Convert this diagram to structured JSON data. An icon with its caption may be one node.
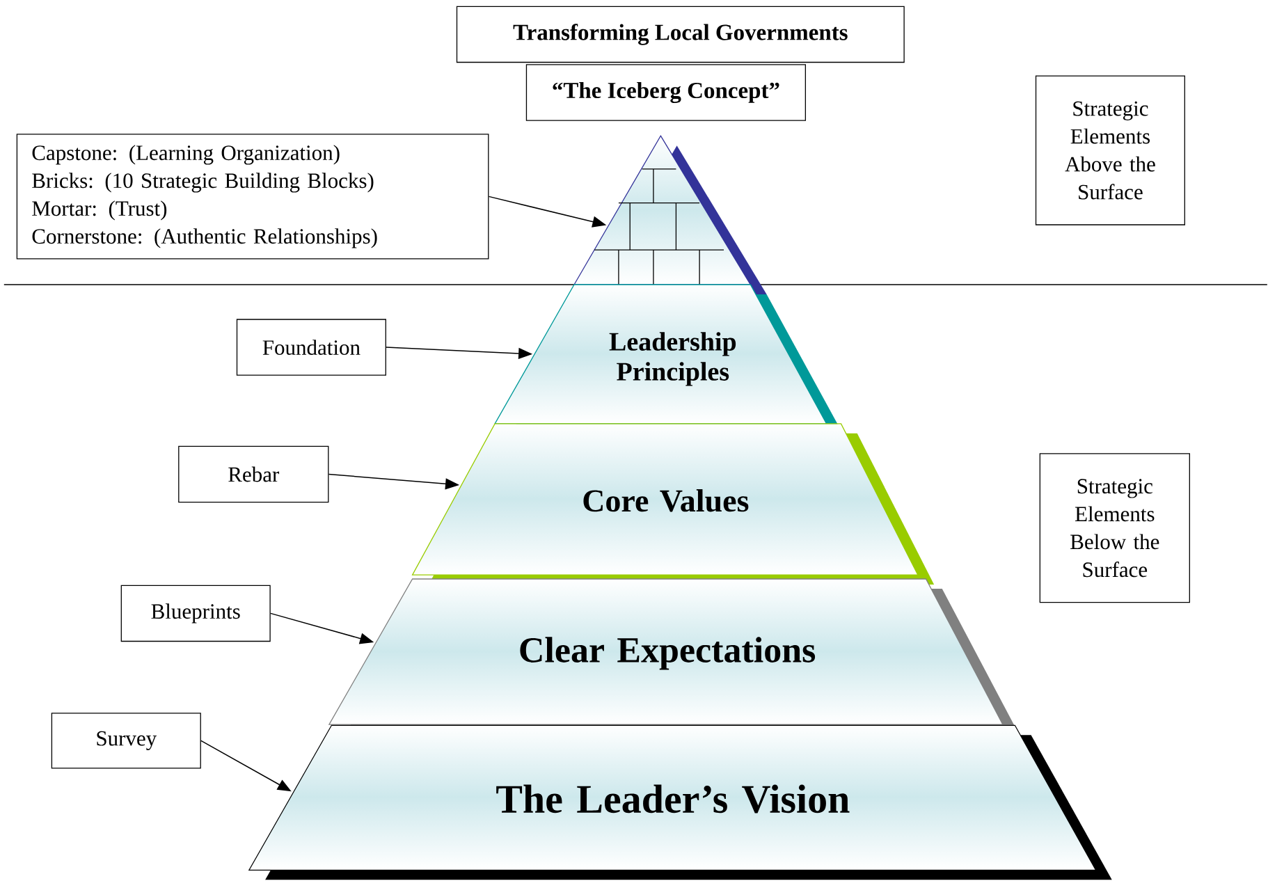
{
  "diagram": {
    "title": "Transforming Local Governments",
    "nodes": [
      {
        "text": [
          "“The Iceberg Concept”"
        ]
      },
      {
        "text": [
          "Strategic Elements Above the Surface"
        ]
      },
      {
        "text": [
          "Capstone: (Learning Organization)",
          "Bricks: (10 Strategic Building Blocks)",
          "Mortar: (Trust)",
          "Cornerstone: (Authentic Relationships)"
        ]
      },
      {
        "text": [],
        "shape": "triangle"
      },
      {
        "text": [
          "Foundation"
        ]
      },
      {
        "text": [
          "Leadership Principles"
        ]
      },
      {
        "text": [
          "Rebar"
        ]
      },
      {
        "text": [
          "Core Values"
        ]
      },
      {
        "text": [
          "Strategic Elements Below the Surface"
        ]
      },
      {
        "text": [
          "Blueprints"
        ]
      },
      {
        "text": [
          "Clear Expectations"
        ]
      },
      {
        "text": [
          "Survey"
        ]
      },
      {
        "text": [
          "The Leader’s Vision"
        ]
      }
    ],
    "edges": [
      {
        "from": 2,
        "to": 3,
        "arrow": "to"
      },
      {
        "from": 4,
        "to": 5,
        "arrow": "to"
      },
      {
        "from": 6,
        "to": 7,
        "arrow": "to"
      },
      {
        "from": 9,
        "to": 10,
        "arrow": "to"
      },
      {
        "from": 11,
        "to": 12,
        "arrow": "to"
      }
    ]
  }
}
